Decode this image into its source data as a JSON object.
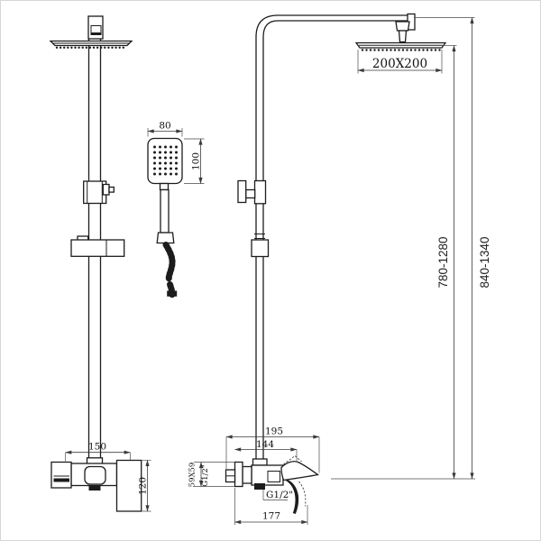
{
  "title": "shower-set-technical-drawing",
  "labels": {
    "handshower_width": "80",
    "handshower_height": "100",
    "front_body_width": "150",
    "front_handle_height": "120",
    "head_size": "200X200",
    "height_min_max": "780-1280",
    "overall_height_min_max": "840-1340",
    "side_depth_overall": "195",
    "side_depth_inner": "144",
    "wall_plate_size": "59X59",
    "inlet_thread": "G1/2\"",
    "outlet_thread": "G1/2\"",
    "side_body_width": "177"
  },
  "colors": {
    "line": "#1c1c1c",
    "dimension_line": "#3a3a3a",
    "background": "#ffffff",
    "border": "#d6d6d6"
  }
}
